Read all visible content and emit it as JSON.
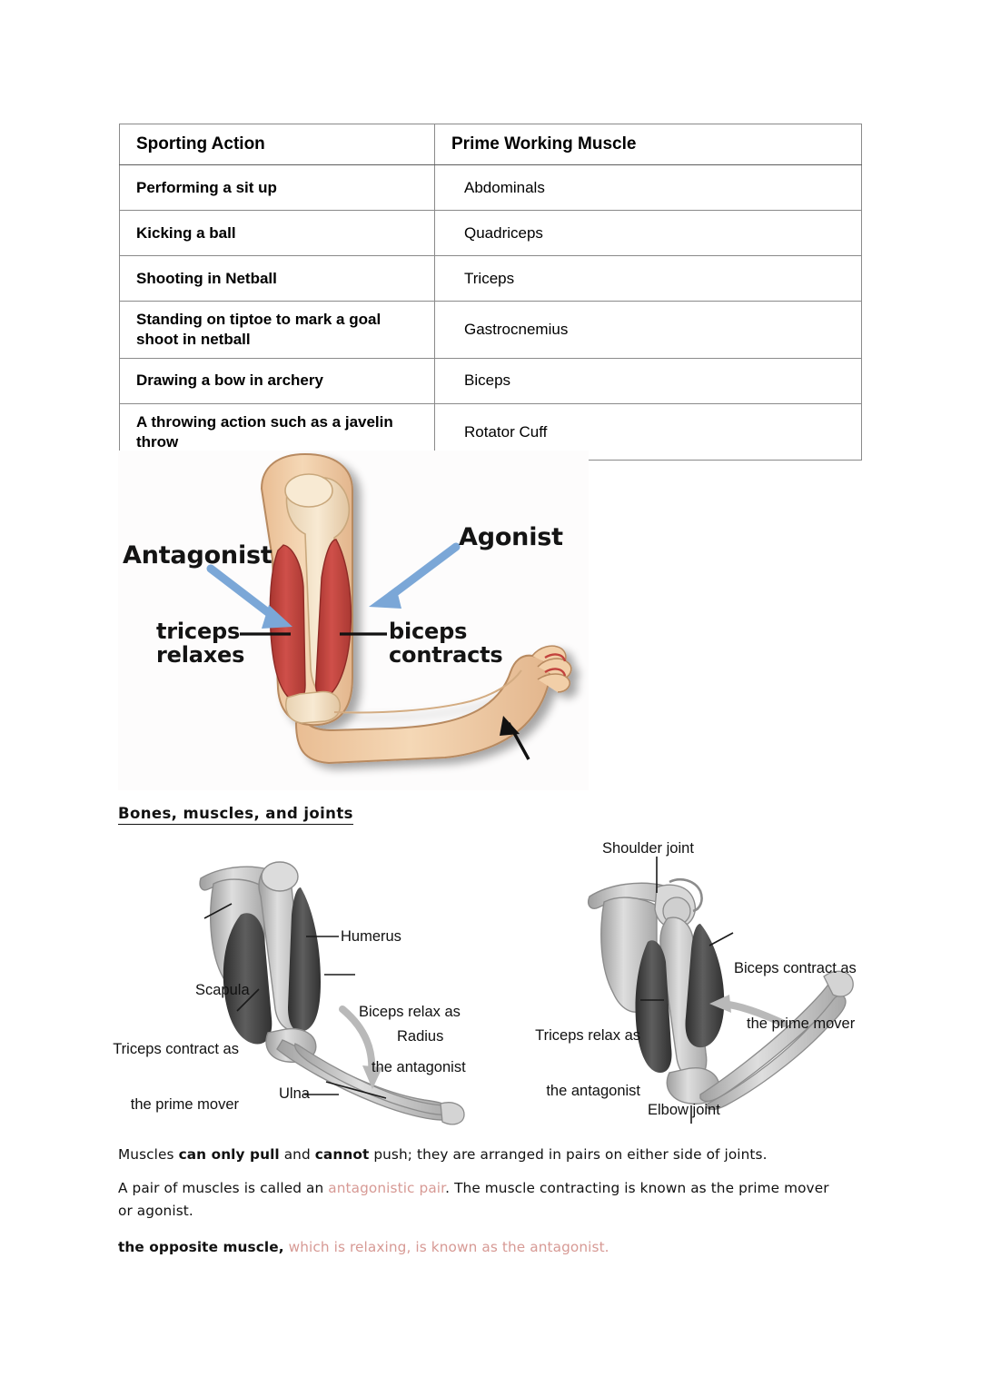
{
  "table": {
    "headers": [
      "Sporting Action",
      "Prime Working Muscle"
    ],
    "rows": [
      {
        "action": "Performing a sit up",
        "muscle": "Abdominals"
      },
      {
        "action": "Kicking a ball",
        "muscle": "Quadriceps"
      },
      {
        "action": "Shooting in Netball",
        "muscle": "Triceps"
      },
      {
        "action": "Standing on tiptoe to mark a goal shoot in netball",
        "muscle": "Gastrocnemius"
      },
      {
        "action": "Drawing a bow in archery",
        "muscle": "Biceps"
      },
      {
        "action": "A throwing action such as a javelin throw",
        "muscle": "Rotator Cuff"
      }
    ]
  },
  "arm_figure": {
    "antagonist_label": "Antagonist",
    "agonist_label": "Agonist",
    "triceps_label": "triceps\nrelaxes",
    "triceps_line1": "triceps",
    "triceps_line2": "relaxes",
    "biceps_line1": "biceps",
    "biceps_line2": "contracts",
    "colors": {
      "skin": "#f0cba5",
      "skin_shadow": "#e0b184",
      "muscle": "#c2423c",
      "muscle_light": "#d9615a",
      "bone": "#f6e3c8",
      "arrow_blue": "#7ba7d7",
      "outline": "#8a6a4e",
      "background": "#fdfcfc"
    }
  },
  "section_heading": "Bones, muscles, and joints",
  "skeleton_left": {
    "humerus": "Humerus",
    "scapula": "Scapula",
    "biceps_line1": "Biceps relax as",
    "biceps_line2": "the antagonist",
    "triceps_line1": "Triceps contract as",
    "triceps_line2": "the prime mover",
    "radius": "Radius",
    "ulna": "Ulna"
  },
  "skeleton_right": {
    "shoulder_joint": "Shoulder joint",
    "biceps_line1": "Biceps contract as",
    "biceps_line2": "the prime mover",
    "triceps_line1": "Triceps relax as",
    "triceps_line2": "the antagonist",
    "elbow_joint": "Elbow joint"
  },
  "skeleton_colors": {
    "bone_light": "#d0d0d0",
    "bone_mid": "#b4b4b4",
    "bone_edge": "#8c8c8c",
    "muscle_dark": "#4a4a4a",
    "muscle_darker": "#333333",
    "arrow_gray": "#b9b9b9",
    "leader_line": "#1a1a1a"
  },
  "paragraphs": {
    "p1_a": "Muscles ",
    "p1_b": "can only pull",
    "p1_c": " and ",
    "p1_d": "cannot",
    "p1_e": " push; they are arranged in pairs on either side of joints.",
    "p2_a": "A pair of muscles is called an ",
    "p2_b": "antagonistic pair",
    "p2_c": ". The muscle contracting is known as the prime mover or agonist.",
    "p3_a": "the opposite muscle,",
    "p3_b": " which is relaxing, is known as the antagonist."
  },
  "accent_colors": {
    "pink": "#d79a95",
    "text": "#111111"
  }
}
